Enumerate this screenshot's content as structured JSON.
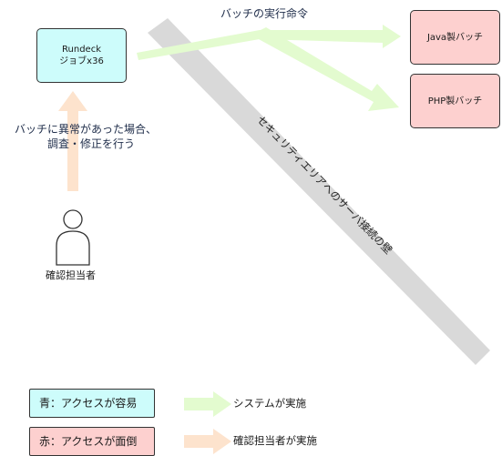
{
  "colors": {
    "blue_box": "#cdfcfb",
    "red_box": "#fdd0cf",
    "green_arrow": "#e3fbcf",
    "orange_arrow": "#fde3cd",
    "wall": "#d9d9d9"
  },
  "rundeck": {
    "line1": "Rundeck",
    "line2": "ジョブx36"
  },
  "targets": {
    "java": "Java製バッチ",
    "php": "PHP製バッチ"
  },
  "arrow_label": "バッチの実行命令",
  "wall_label": "セキュリティエリアへのサーバ接続の壁",
  "person": {
    "icon": "person-icon",
    "label": "確認担当者"
  },
  "investigate": {
    "line1": "バッチに異常があった場合、",
    "line2": "調査・修正を行う"
  },
  "legend": {
    "blue": "青：アクセスが容易",
    "red": "赤：アクセスが面倒",
    "system": "システムが実施",
    "person": "確認担当者が実施"
  }
}
